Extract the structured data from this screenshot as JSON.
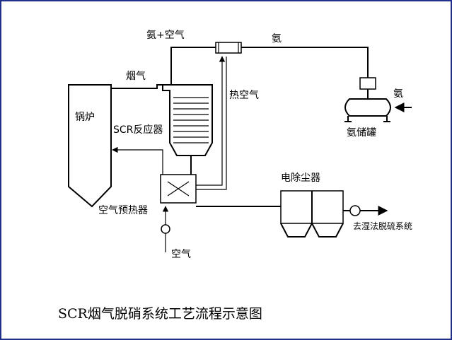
{
  "labels": {
    "boiler": "锅炉",
    "flue_gas": "烟气",
    "scr_reactor": "SCR反应器",
    "air_preheater": "空气预热器",
    "air_in": "空气",
    "ammonia_air": "氨+空气",
    "ammonia_line": "氨",
    "hot_air": "热空气",
    "ammonia_right": "氨",
    "ammonia_tank": "氨储罐",
    "esp": "电除尘器",
    "to_wet_fgd": "去湿法脱硫系统"
  },
  "caption": "SCR烟气脱硝系统工艺流程示意图"
}
